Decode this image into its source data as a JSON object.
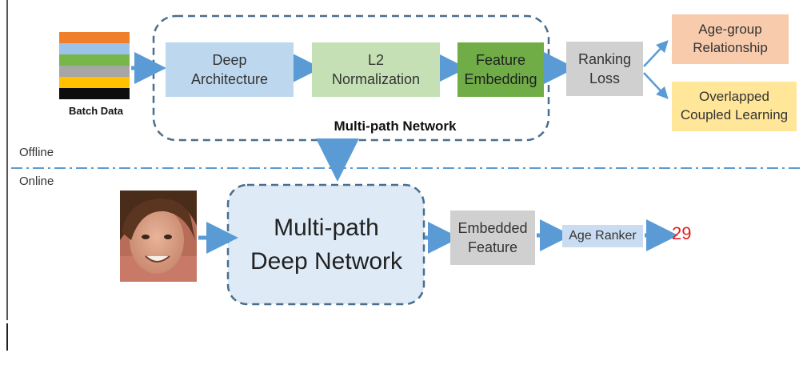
{
  "offline": {
    "label": "Offline",
    "batch_label": "Batch Data",
    "batch_colors": [
      "#f07f2c",
      "#9ec3ea",
      "#77b64a",
      "#a6a6a6",
      "#ffc000",
      "#0d0d0d"
    ],
    "network_label": "Multi-path Network",
    "deep_architecture": "Deep\nArchitecture",
    "l2_normalization": "L2\nNormalization",
    "feature_embedding": "Feature\nEmbedding",
    "ranking_loss": "Ranking\nLoss",
    "age_group": "Age-group\nRelationship",
    "overlapped": "Overlapped\nCoupled Learning"
  },
  "online": {
    "label": "Online",
    "network": "Multi-path\nDeep Network",
    "embedded_feature": "Embedded\nFeature",
    "age_ranker": "Age Ranker",
    "result": "29"
  },
  "colors": {
    "arrow": "#5b9bd5",
    "dash": "#4a6f8e",
    "deep_arch": "#bdd7ee",
    "l2": "#c5e0b4",
    "feat_emb": "#70ad47",
    "gray": "#d0d0d0",
    "age_group": "#f8cbad",
    "overlapped": "#ffe699",
    "online_net": "#deebf7",
    "age_ranker": "#c9dcf1",
    "result": "#e02020"
  }
}
